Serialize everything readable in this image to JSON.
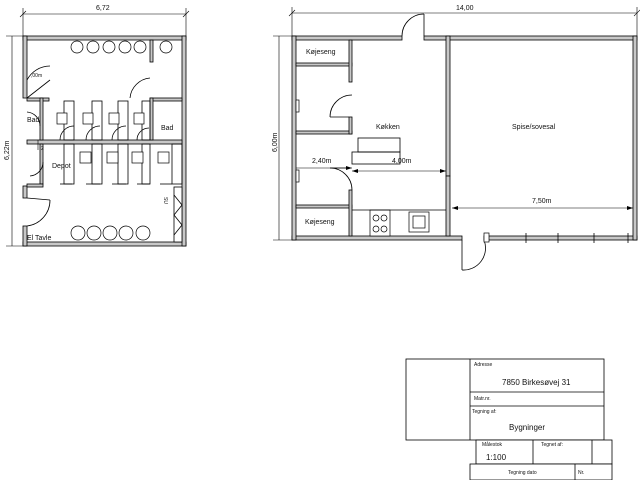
{
  "left_plan": {
    "width_dim": "6,72",
    "height_dim": "6,22m",
    "room_labels": {
      "bad_left": "Bad",
      "bad_right": "Bad",
      "depot": "Depot",
      "el_tavle": "El Tavle",
      "dim_00m": ",00m",
      "dim_2": "2",
      "su": "SU"
    }
  },
  "right_plan": {
    "width_dim": "14,00",
    "height_dim": "6,00m",
    "room_labels": {
      "kojeseng_top": "Køjeseng",
      "kojeseng_bottom": "Køjeseng",
      "kokken": "Køkken",
      "spise_sovesal": "Spise/sovesal"
    },
    "dims": {
      "d240": "2,40m",
      "d400": "4,00m",
      "d750": "7,50m"
    }
  },
  "title_block": {
    "adresse_label": "Adresse",
    "adresse_value": "7850 Birkesøvej 31",
    "matr_label": "Matr.nr.",
    "tegning_label": "Tegning af:",
    "tegning_value": "Bygninger",
    "malestok_label": "Målestok",
    "malestok_value": "1:100",
    "tegnet_label": "Tegnet af:",
    "tegning_dato_label": "Tegning dato",
    "nr_label": "Nr."
  }
}
